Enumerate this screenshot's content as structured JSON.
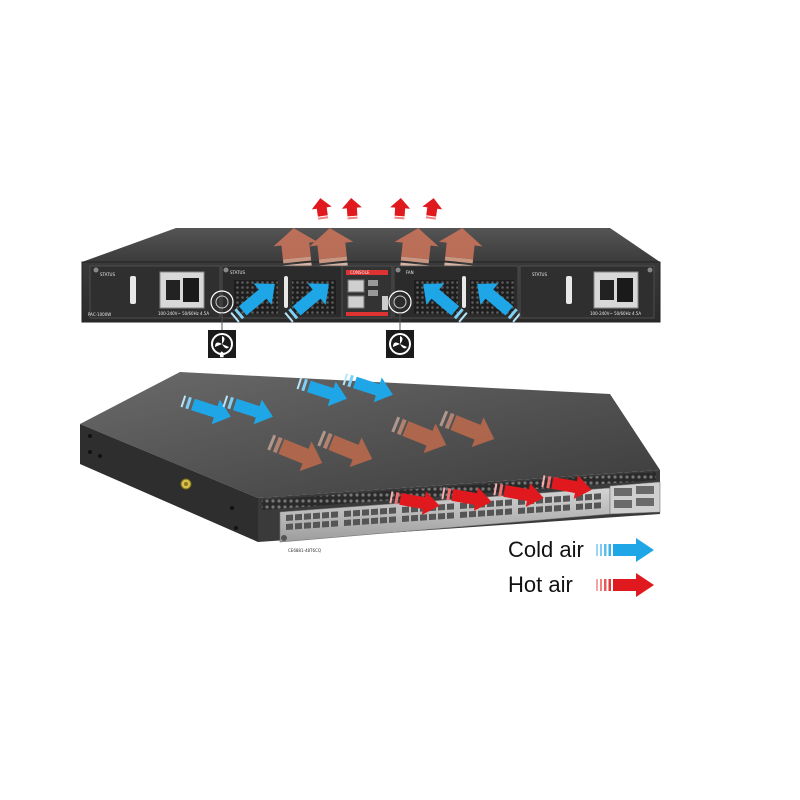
{
  "legend": {
    "cold_label": "Cold air",
    "hot_label": "Hot air",
    "cold_color": "#1fa6e6",
    "hot_color": "#e0191e"
  },
  "rear_panel": {
    "status_left": "STATUS",
    "status_right": "STATUS",
    "console_label": "CONSOLE",
    "fan_label": "FAN",
    "power_rating_left": "100-240V~ 50/60Hz 4.5A",
    "power_rating_right": "100-240V~ 50/60Hz 4.5A"
  },
  "front_panel": {
    "model_label": "CE6881-48T6CQ"
  },
  "colors": {
    "chassis_top": "#4a4a4a",
    "chassis_rear": "#3a3a3a",
    "warm_airflow": "#c8735a",
    "port_face": "#b9b9b9"
  },
  "icons": [
    "fan-icon",
    "airflow-arrow-icon"
  ]
}
